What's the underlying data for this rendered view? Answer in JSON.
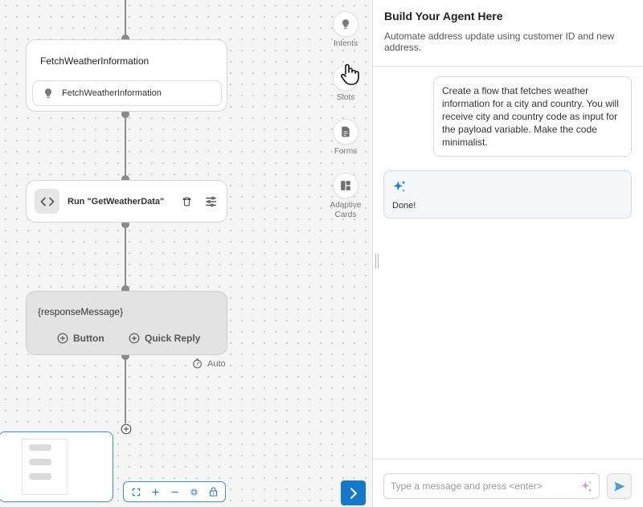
{
  "canvas": {
    "nodes": {
      "fetch": {
        "title": "FetchWeatherInformation",
        "intent_label": "FetchWeatherInformation"
      },
      "run": {
        "label": "Run \"GetWeatherData\""
      },
      "response": {
        "title": "{responseMessage}",
        "button_label": "Button",
        "quick_reply_label": "Quick Reply"
      }
    },
    "auto_label": "Auto"
  },
  "tools": [
    {
      "label": "Intents",
      "icon": "lightbulb-icon"
    },
    {
      "label": "Slots",
      "icon": "slots-icon"
    },
    {
      "label": "Forms",
      "icon": "document-icon"
    },
    {
      "label": "Adaptive Cards",
      "icon": "dashboard-icon"
    }
  ],
  "panel": {
    "title": "Build Your Agent Here",
    "subtitle": "Automate address update using customer ID and new address."
  },
  "chat": {
    "user_message": "Create a flow that fetches weather information for a city and country. You will receive city and country code as input for the payload variable. Make the code minimalist.",
    "bot_message": "Done!"
  },
  "composer": {
    "placeholder": "Type a message and press <enter>"
  },
  "colors": {
    "accent": "#1479c9",
    "spark": "#1a7fcf",
    "canvas_bg": "#f5f5f5"
  }
}
